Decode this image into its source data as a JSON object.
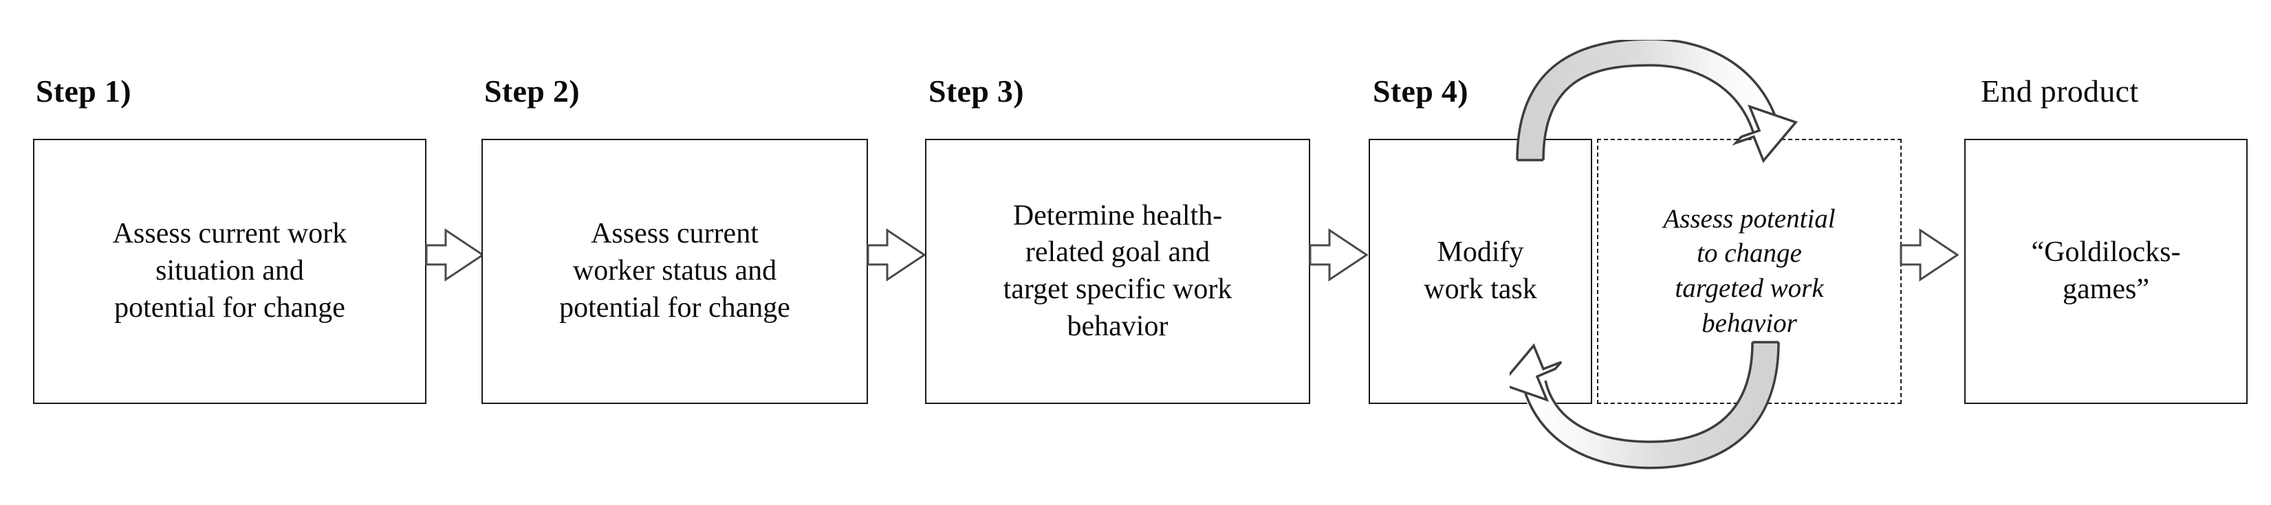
{
  "diagram": {
    "title_visible": false,
    "background_color": "#ffffff",
    "line_color": "#1a1a1a",
    "text_color": "#0a0a0a",
    "arrow_fill_gray": "#d4d4d4",
    "arrow_fill_white": "#ffffff",
    "steps": [
      {
        "id": "step-1",
        "label": "Step 1)",
        "label_bold": true,
        "box_text": "Assess current work\nsituation and\npotential for change",
        "box_style": "solid"
      },
      {
        "id": "step-2",
        "label": "Step 2)",
        "label_bold": true,
        "box_text": "Assess current\nworker status and\npotential for change",
        "box_style": "solid"
      },
      {
        "id": "step-3",
        "label": "Step 3)",
        "label_bold": true,
        "box_text": "Determine health-\nrelated goal and\ntarget specific work\nbehavior",
        "box_style": "solid"
      },
      {
        "id": "step-4",
        "label": "Step 4)",
        "label_bold": true,
        "box_text": "Modify\nwork task",
        "box_style": "solid"
      },
      {
        "id": "step-4-assess",
        "label": "",
        "label_bold": false,
        "box_text": "Assess potential\nto change\ntargeted work\nbehavior",
        "box_style": "dashed"
      },
      {
        "id": "end-product",
        "label": "End product",
        "label_bold": false,
        "box_text": "“Goldilocks-\ngames”",
        "box_style": "solid"
      }
    ],
    "connectors": [
      {
        "id": "arrow-1-to-2",
        "type": "block-arrow-right",
        "style": "hollow"
      },
      {
        "id": "arrow-2-to-3",
        "type": "block-arrow-right",
        "style": "hollow"
      },
      {
        "id": "arrow-3-to-4",
        "type": "block-arrow-right",
        "style": "hollow"
      },
      {
        "id": "arrow-4-to-end",
        "type": "block-arrow-right",
        "style": "hollow"
      }
    ],
    "loop_arrows": [
      {
        "id": "loop-arrow-top",
        "type": "curved-arrow",
        "direction": "modify-to-assess",
        "description": "curved arrow arcing over the top from Modify work task to Assess potential box",
        "tail_fill": "#d4d4d4",
        "head_fill": "#ffffff"
      },
      {
        "id": "loop-arrow-bottom",
        "type": "curved-arrow",
        "direction": "assess-to-modify",
        "description": "curved arrow arcing under the bottom from Assess potential box back to Modify work task",
        "tail_fill": "#d4d4d4",
        "head_fill": "#ffffff"
      }
    ]
  }
}
